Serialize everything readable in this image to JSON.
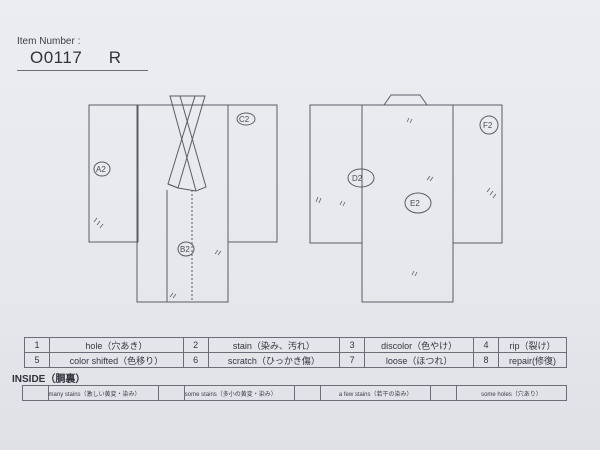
{
  "header": {
    "item_label": "Item Number :",
    "item_number": "O0117  R"
  },
  "diagram": {
    "front": {
      "marks": [
        {
          "id": "A2",
          "label": "A2",
          "region": "left-sleeve"
        },
        {
          "id": "B2",
          "label": "B2",
          "region": "front-panel"
        },
        {
          "id": "C2",
          "label": "C2",
          "region": "right-sleeve"
        }
      ],
      "hatch_marks": [
        "///",
        "//",
        "//"
      ]
    },
    "back": {
      "marks": [
        {
          "id": "D2",
          "label": "D2",
          "region": "left-sleeve"
        },
        {
          "id": "E2",
          "label": "E2",
          "region": "back-body"
        },
        {
          "id": "F2",
          "label": "F2",
          "region": "right-sleeve"
        }
      ],
      "hatch_marks": [
        "//",
        "//",
        "//",
        "//",
        "//",
        "///"
      ]
    }
  },
  "legend": {
    "rows": [
      [
        {
          "num": "1",
          "label": "hole（穴あき）"
        },
        {
          "num": "2",
          "label": "stain（染み、汚れ）"
        },
        {
          "num": "3",
          "label": "discolor（色やけ）"
        },
        {
          "num": "4",
          "label": "rip（裂け）"
        }
      ],
      [
        {
          "num": "5",
          "label": "color shifted（色移り）"
        },
        {
          "num": "6",
          "label": "scratch（ひっかき傷）"
        },
        {
          "num": "7",
          "label": "loose（ほつれ）"
        },
        {
          "num": "8",
          "label": "repair(修復)"
        }
      ]
    ]
  },
  "inside": {
    "title": "INSIDE（胴裏）",
    "options": [
      {
        "label": "many stains（激しい黄変・染み）",
        "checked": ""
      },
      {
        "label": "some stains（多小の黄変・染み）",
        "checked": ""
      },
      {
        "label": "a few stains（若干の染み）",
        "checked": ""
      },
      {
        "label": "some holes（穴あり）",
        "checked": ""
      }
    ]
  }
}
